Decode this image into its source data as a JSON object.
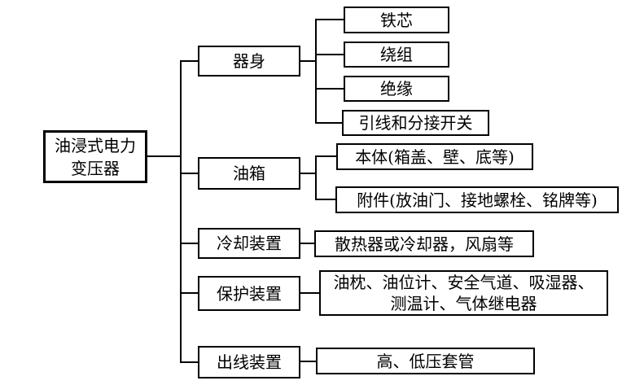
{
  "diagram": {
    "title": "oil-immersed-power-transformer-composition-tree",
    "colors": {
      "background": "#ffffff",
      "line": "#000000",
      "text": "#000000"
    },
    "root": {
      "label": "油浸式电力变压器",
      "label_line1": "油浸式电力",
      "label_line2": "变压器"
    },
    "branches": [
      {
        "label": "器身",
        "children": [
          "铁芯",
          "绕组",
          "绝缘",
          "引线和分接开关"
        ]
      },
      {
        "label": "油箱",
        "children": [
          "本体(箱盖、壁、底等)",
          "附件(放油门、接地螺栓、铭牌等)"
        ]
      },
      {
        "label": "冷却装置",
        "children": [
          "散热器或冷却器，风扇等"
        ]
      },
      {
        "label": "保护装置",
        "children": [
          "油枕、油位计、安全气道、吸湿器、测温计、气体继电器"
        ]
      },
      {
        "label": "出线装置",
        "children": [
          "高、低压套管"
        ]
      }
    ]
  }
}
